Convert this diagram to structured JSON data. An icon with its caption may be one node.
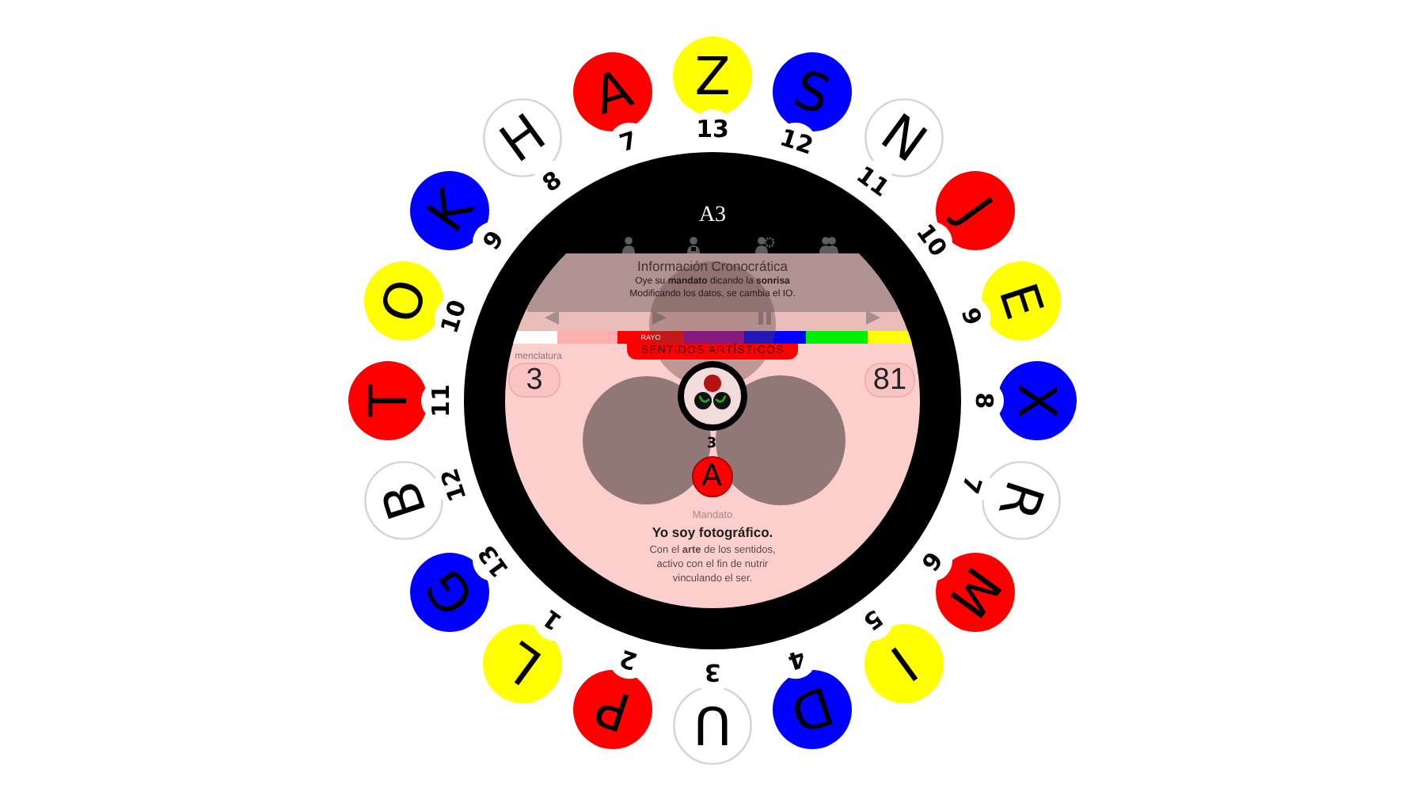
{
  "diagram": {
    "nodes": [
      {
        "text": [
          "Z"
        ],
        "beside": [
          "13"
        ]
      },
      {
        "text": [
          "S"
        ],
        "beside": [
          "12"
        ]
      },
      {
        "text": [
          "N"
        ],
        "beside": [
          "11"
        ]
      },
      {
        "text": [
          "J"
        ],
        "beside": [
          "10"
        ]
      },
      {
        "text": [
          "E"
        ],
        "beside": [
          "9"
        ]
      },
      {
        "text": [
          "X"
        ],
        "beside": [
          "8"
        ]
      },
      {
        "text": [
          "R"
        ],
        "beside": [
          "7"
        ]
      },
      {
        "text": [
          "M"
        ],
        "beside": [
          "6"
        ]
      },
      {
        "text": [
          "I"
        ],
        "beside": [
          "5"
        ]
      },
      {
        "text": [
          "D"
        ],
        "beside": [
          "4"
        ]
      },
      {
        "text": [
          "U"
        ],
        "beside": [
          "3"
        ]
      },
      {
        "text": [
          "P"
        ],
        "beside": [
          "2"
        ]
      },
      {
        "text": [
          "L"
        ],
        "beside": [
          "1"
        ]
      },
      {
        "text": [
          "G"
        ],
        "beside": [
          "13"
        ]
      },
      {
        "text": [
          "B"
        ],
        "beside": [
          "12"
        ]
      },
      {
        "text": [
          "T"
        ],
        "beside": [
          "11"
        ]
      },
      {
        "text": [
          "O"
        ],
        "beside": [
          "10"
        ]
      },
      {
        "text": [
          "K"
        ],
        "beside": [
          "9"
        ]
      },
      {
        "text": [
          "H"
        ],
        "beside": [
          "8"
        ]
      },
      {
        "text": [
          "A"
        ],
        "beside": [
          "7"
        ]
      },
      {
        "text": [
          "A3"
        ]
      },
      {
        "text": [
          "Información Cronocrática",
          "Oye su **mandato** dicando la **sonrisa** Modificando los datos, se cambia el IO."
        ],
        "in": 20
      },
      {
        "text": [
          "RAYO"
        ],
        "in": 20
      },
      {
        "text": [
          "SENTIDOS ARTÍSTICOS"
        ],
        "in": 20
      },
      {
        "text": [
          "3"
        ],
        "beside": [
          "menclatura"
        ],
        "in": 20
      },
      {
        "text": [
          "81"
        ],
        "in": 20
      },
      {
        "text": [
          "A"
        ],
        "beside": [
          "3"
        ],
        "in": 20
      }
    ],
    "labels": [
      "Mandato",
      "Yo soy fotográfico.",
      "Con el **arte** de los sentidos, activo con el fin de nutrir vinculando el ser."
    ]
  }
}
